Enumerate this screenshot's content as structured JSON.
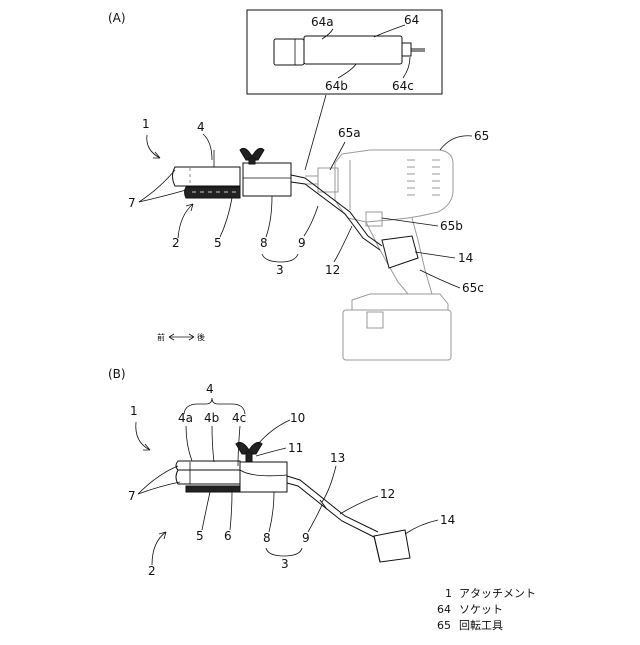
{
  "panels": {
    "a": {
      "label": "(A)"
    },
    "b": {
      "label": "(B)"
    }
  },
  "inset": {
    "labels": {
      "socket": "64",
      "part_a": "64a",
      "part_b": "64b",
      "part_c": "64c"
    }
  },
  "fig_a": {
    "labels": {
      "attachment": "1",
      "part_2": "2",
      "part_3": "3",
      "part_4": "4",
      "part_5": "5",
      "part_7": "7",
      "part_8": "8",
      "part_9": "9",
      "part_12": "12",
      "part_14": "14",
      "tool": "65",
      "tool_a": "65a",
      "tool_b": "65b",
      "tool_c": "65c"
    },
    "direction": {
      "front": "前",
      "rear": "後"
    }
  },
  "fig_b": {
    "labels": {
      "attachment": "1",
      "part_2": "2",
      "part_3": "3",
      "part_4": "4",
      "part_4a": "4a",
      "part_4b": "4b",
      "part_4c": "4c",
      "part_5": "5",
      "part_6": "6",
      "part_7": "7",
      "part_8": "8",
      "part_9": "9",
      "part_10": "10",
      "part_11": "11",
      "part_12": "12",
      "part_13": "13",
      "part_14": "14"
    }
  },
  "legend": [
    {
      "number": "1",
      "text": "アタッチメント"
    },
    {
      "number": "64",
      "text": "ソケット"
    },
    {
      "number": "65",
      "text": "回転工具"
    }
  ]
}
